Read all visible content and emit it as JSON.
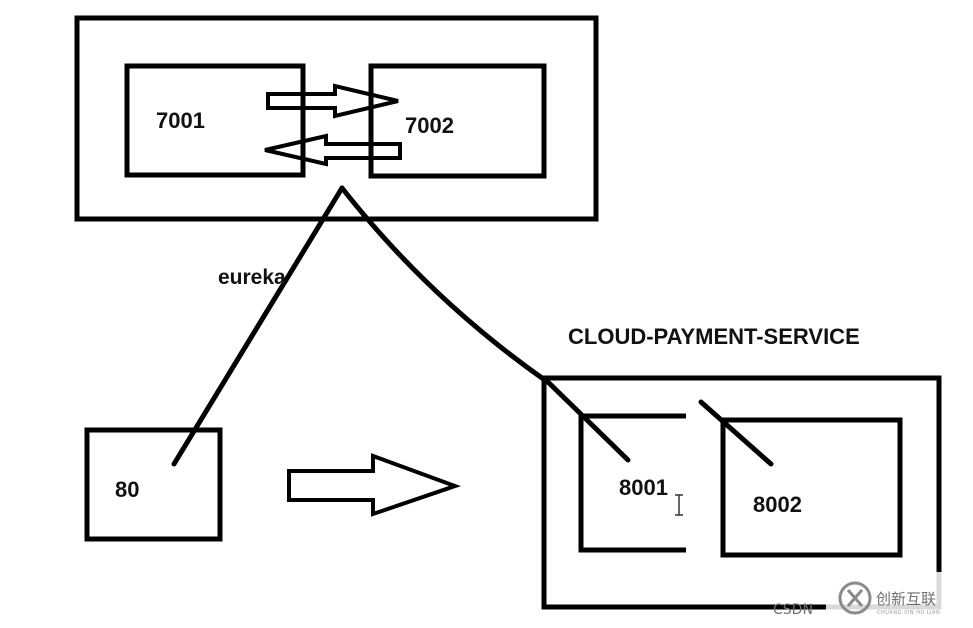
{
  "diagram": {
    "eureka_server_a": "7001",
    "eureka_server_b": "7002",
    "eureka_label": "eureka",
    "consumer": "80",
    "service_group_title": "CLOUD-PAYMENT-SERVICE",
    "provider_a": "8001",
    "provider_b": "8002"
  },
  "watermark": {
    "csdn_text": "CSDN",
    "brand_text": "创新互联",
    "brand_sub": "CHUANG XIN HU LIAN"
  },
  "colors": {
    "stroke": "#000000",
    "text": "#111111",
    "watermark": "#6f6f6f"
  }
}
